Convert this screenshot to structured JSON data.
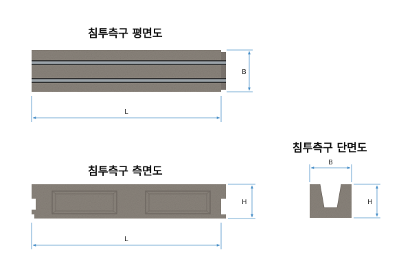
{
  "titles": {
    "plan_view": "침투측구 평면도",
    "side_view": "침투측구 측면도",
    "cross_section": "침투측구 단면도"
  },
  "dimensions": {
    "length": "L",
    "width": "B",
    "height": "H"
  },
  "colors": {
    "concrete": "#8a837b",
    "concrete_dark": "#6f6862",
    "stripe": "#9aa2a8",
    "groove": "#2c2c2c",
    "dimension_line": "#4a90c8"
  }
}
